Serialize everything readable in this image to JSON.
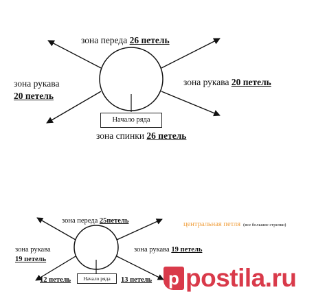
{
  "diagram1": {
    "front": {
      "text": "зона переда",
      "count": "26 петель"
    },
    "sleeve_left": {
      "text": "зона рукава",
      "count": "20 петель"
    },
    "sleeve_right": {
      "text": "зона рукава",
      "count": "20 петель"
    },
    "back": {
      "text": "зона спинки",
      "count": "26 петель"
    },
    "start": "Начало ряда"
  },
  "diagram2": {
    "front": {
      "text": "зона переда",
      "count": "25петель"
    },
    "sleeve_left": {
      "text": "зона рукава",
      "count": "19 петель"
    },
    "sleeve_right": {
      "text": "зона рукава",
      "count": "19 петель"
    },
    "back_left": "12 петель",
    "back_right": "13 петель",
    "start": "Начало ряда",
    "legend": {
      "text": "центральная петля",
      "note": "(все большие стрелки)",
      "color": "#f0a040"
    }
  },
  "watermark": {
    "icon": "p-logo-icon",
    "text": "postila.ru",
    "color": "#d93a4a"
  }
}
